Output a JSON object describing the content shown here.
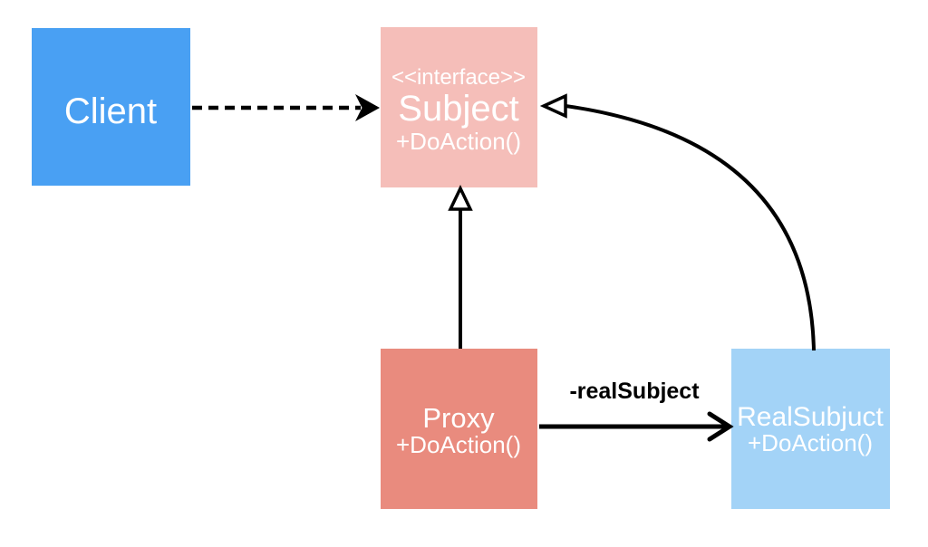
{
  "diagram": {
    "background_color": "#ffffff",
    "arrow_color": "#000000",
    "nodes": {
      "client": {
        "label": "Client",
        "fill": "#49A0F3",
        "text_color": "#ffffff"
      },
      "subject": {
        "stereotype": "<<interface>>",
        "label": "Subject",
        "method": "+DoAction()",
        "fill": "#F5BEB9",
        "text_color": "#ffffff"
      },
      "proxy": {
        "label": "Proxy",
        "method": "+DoAction()",
        "fill": "#E98B7E",
        "text_color": "#ffffff"
      },
      "real_subject": {
        "label": "RealSubjuct",
        "method": "+DoAction()",
        "fill": "#A3D3F7",
        "text_color": "#ffffff"
      }
    },
    "edges": {
      "proxy_to_real_subject": {
        "label": "-realSubject",
        "label_color": "#000000"
      }
    }
  }
}
